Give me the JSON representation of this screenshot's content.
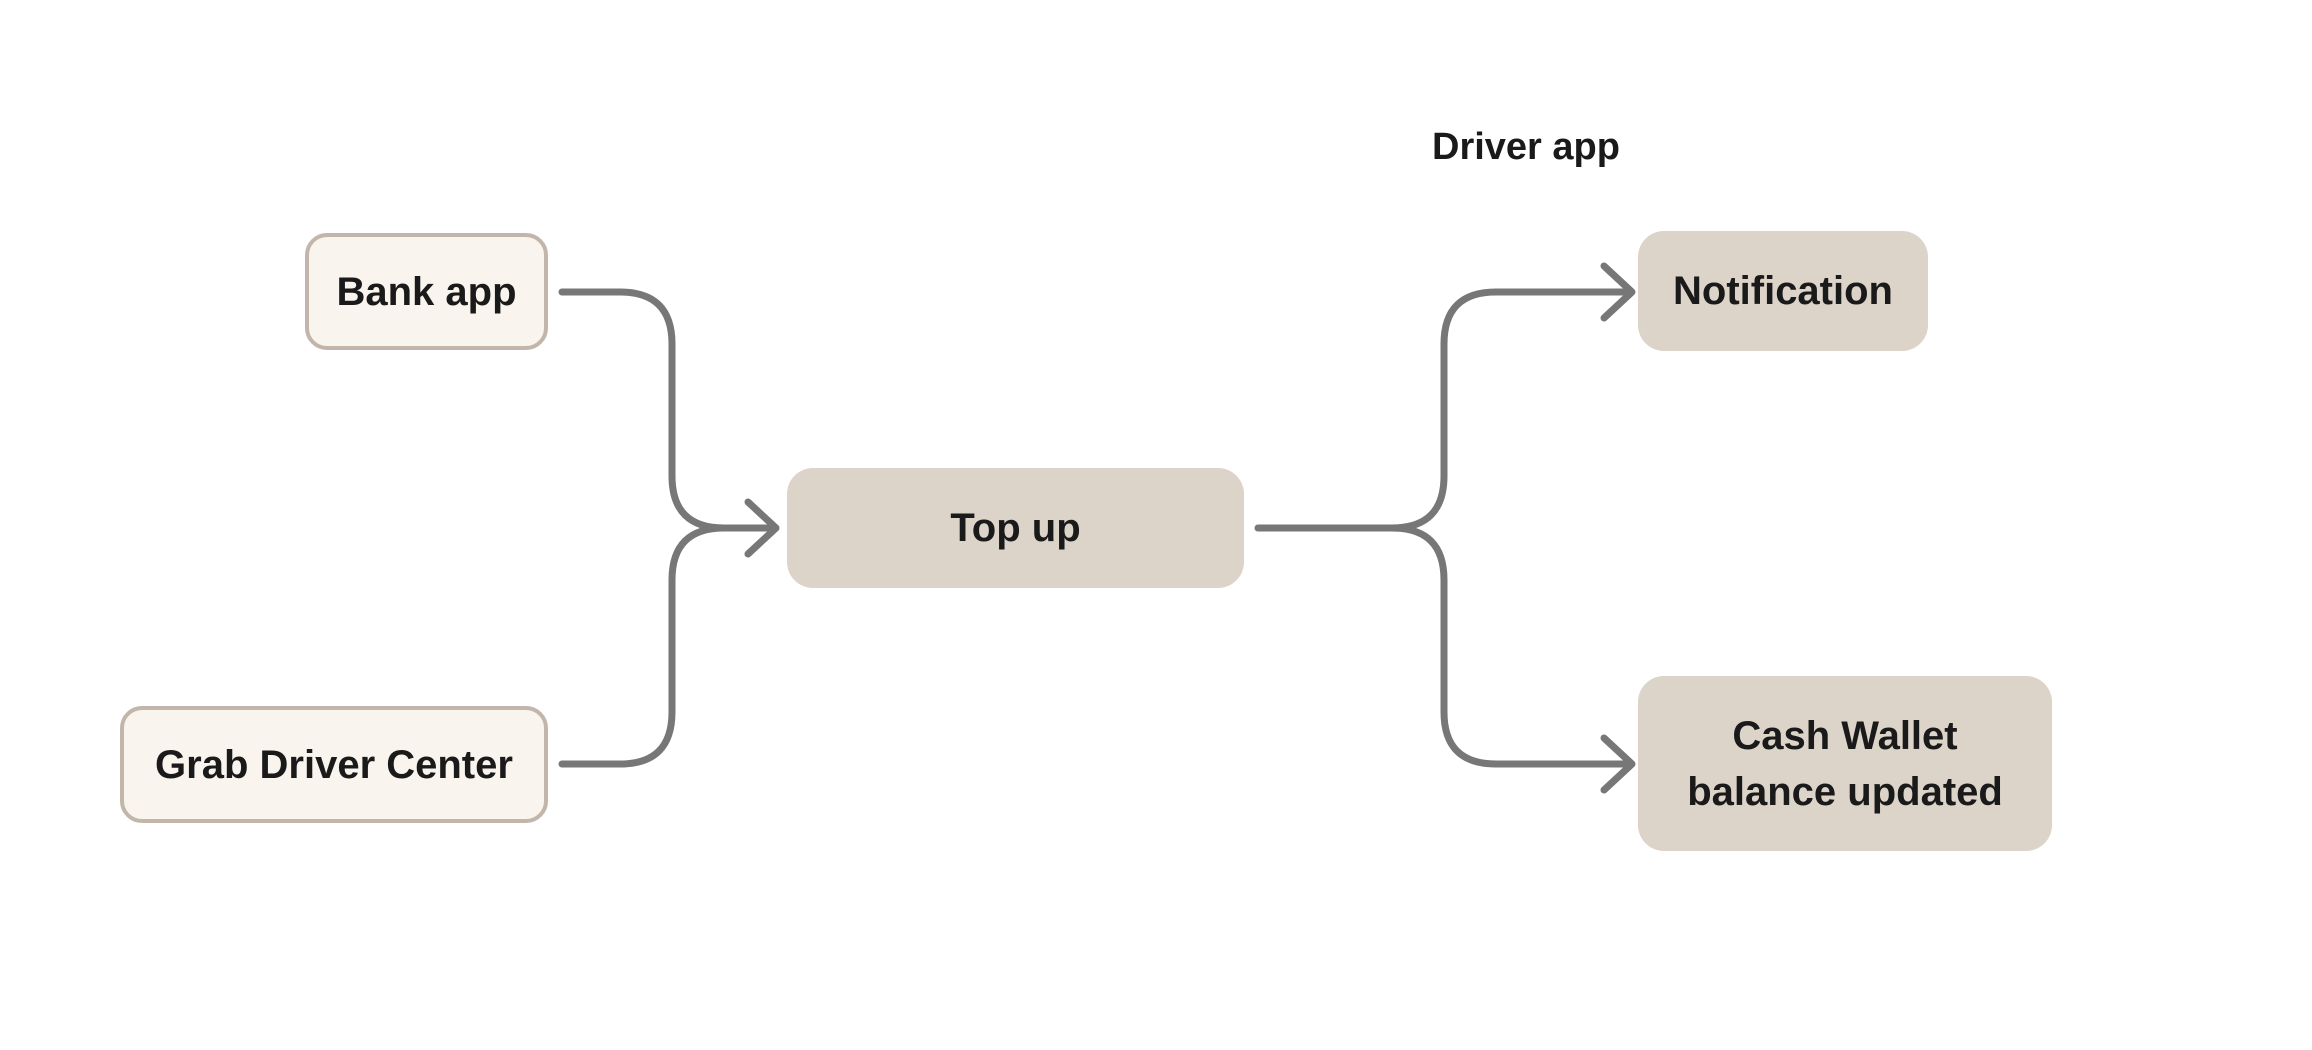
{
  "diagram": {
    "group_label": "Driver app",
    "nodes": {
      "bank_app": "Bank app",
      "grab_driver_center": "Grab Driver Center",
      "top_up": "Top up",
      "notification": "Notification",
      "cash_wallet": "Cash Wallet balance updated"
    },
    "edges": [
      {
        "from": "Bank app",
        "to": "Top up"
      },
      {
        "from": "Grab Driver Center",
        "to": "Top up"
      },
      {
        "from": "Top up",
        "to": "Notification"
      },
      {
        "from": "Top up",
        "to": "Cash Wallet balance updated"
      }
    ]
  },
  "colors": {
    "source_fill": "#f9f4ed",
    "source_border": "#c2b6aa",
    "target_fill": "#dcd3c9",
    "connector": "#777777",
    "text": "#1a1a1a"
  }
}
